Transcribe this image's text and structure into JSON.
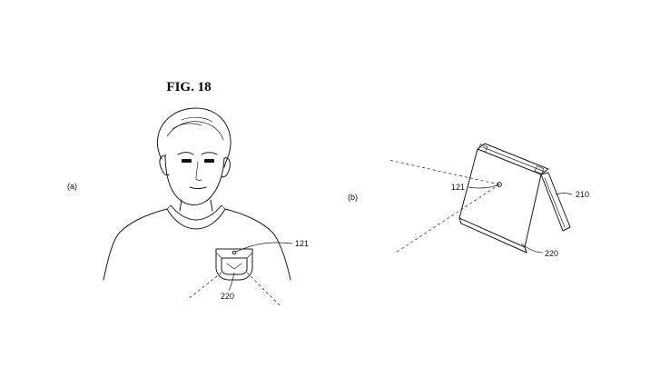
{
  "figure": {
    "title": "FIG. 18",
    "panels": [
      {
        "label": "(a)",
        "refs": [
          {
            "number": "121"
          },
          {
            "number": "220"
          }
        ]
      },
      {
        "label": "(b)",
        "refs": [
          {
            "number": "121"
          },
          {
            "number": "210"
          },
          {
            "number": "220"
          }
        ]
      }
    ]
  }
}
